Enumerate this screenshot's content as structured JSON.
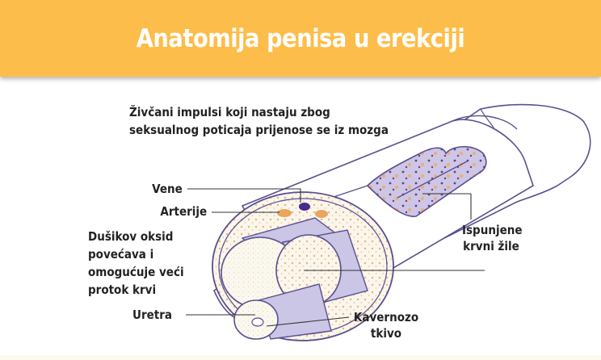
{
  "header": {
    "title": "Anatomija penisa u erekciji",
    "background_color": "#fdbd4a"
  },
  "labels": {
    "nerve_impulses": {
      "line1": "Živčani impulsi koji nastaju zbog",
      "line2": "seksualnog poticaja prijenose se iz mozga"
    },
    "veins": "Vene",
    "arteries": "Arterije",
    "nitric_oxide": {
      "line1": "Dušikov oksid",
      "line2": "povećava i",
      "line3": "omogućuje veći",
      "line4": "protok krvi"
    },
    "urethra": "Uretra",
    "cavernous_tissue": {
      "line1": "Kavernozo",
      "line2": "tkivo"
    },
    "filled_blood_vessels": {
      "line1": "Ispunjene",
      "line2": "krvni žile"
    }
  },
  "colors": {
    "outline": "#5a4f8f",
    "lavender": "#cbc5e6",
    "tissue": "#faf6ec",
    "blood_dots": "#e9a55a",
    "vein": "#4a2a8a",
    "text": "#222222"
  }
}
